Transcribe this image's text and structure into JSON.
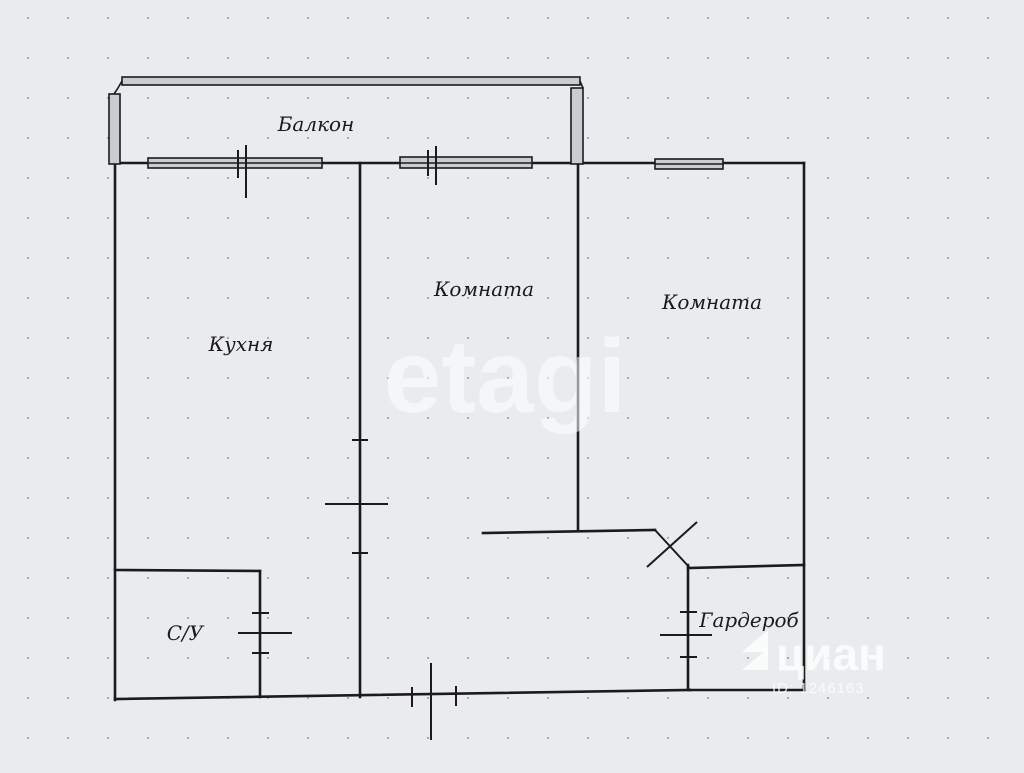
{
  "rooms": {
    "balcony": "Балкон",
    "kitchen": "Кухня",
    "room_center": "Комната",
    "room_right": "Комната",
    "bathroom": "С/У",
    "wardrobe": "Гардероб"
  },
  "watermarks": {
    "center": "etagi",
    "brand": "циан",
    "id": "ID: 1246163"
  },
  "colors": {
    "background": "#e9ebee",
    "wall": "#1b1b1b",
    "window_fill": "#c9ccd1",
    "watermark": "#ffffff",
    "grid_dot": "#a3a6ab"
  }
}
